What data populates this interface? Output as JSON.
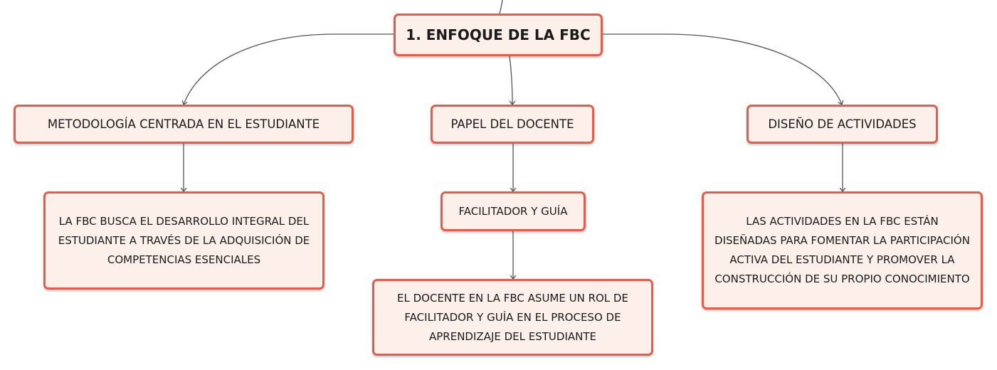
{
  "mindmap": {
    "root": {
      "label": "1. ENFOQUE DE LA FBC"
    },
    "branches": [
      {
        "label": "METODOLOGÍA CENTRADA EN EL ESTUDIANTE",
        "children": [
          "LA FBC BUSCA EL DESARROLLO INTEGRAL DEL ESTUDIANTE A TRAVÉS DE LA ADQUISICIÓN DE COMPETENCIAS ESENCIALES"
        ]
      },
      {
        "label": "PAPEL DEL DOCENTE",
        "children": [
          "FACILITADOR Y GUÍA",
          "EL DOCENTE EN LA FBC ASUME UN ROL DE FACILITADOR Y GUÍA EN EL PROCESO DE APRENDIZAJE DEL ESTUDIANTE"
        ]
      },
      {
        "label": "DISEÑO DE ACTIVIDADES",
        "children": [
          "LAS ACTIVIDADES EN LA FBC ESTÁN DISEÑADAS PARA FOMENTAR LA PARTICIPACIÓN ACTIVA DEL ESTUDIANTE Y PROMOVER LA CONSTRUCCIÓN DE SU PROPIO CONOCIMIENTO"
        ]
      }
    ]
  },
  "colors": {
    "node_border": "#e65c48",
    "node_fill": "#fdf0eb",
    "connector": "#555555"
  }
}
